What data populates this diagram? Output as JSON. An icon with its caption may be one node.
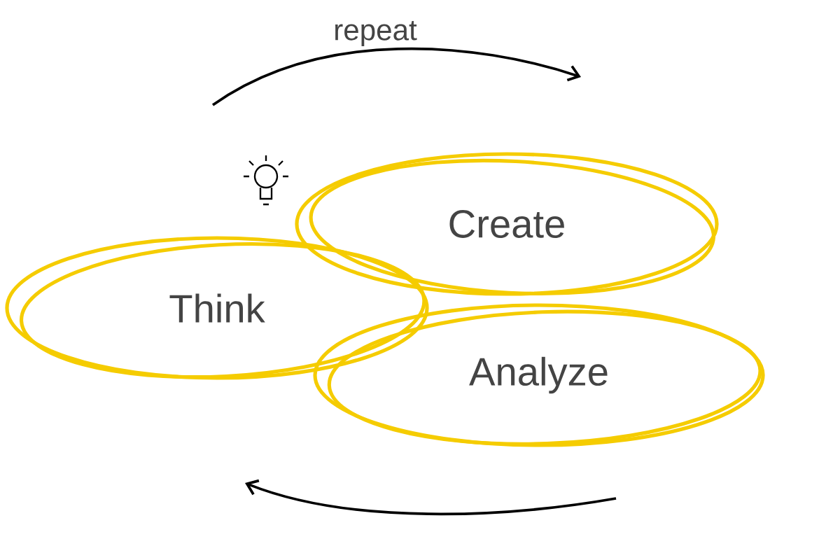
{
  "diagram": {
    "nodes": [
      {
        "text": [
          "Think"
        ]
      },
      {
        "text": [
          "Create"
        ]
      },
      {
        "text": [
          "Analyze"
        ]
      }
    ],
    "labels": [
      "repeat"
    ]
  }
}
